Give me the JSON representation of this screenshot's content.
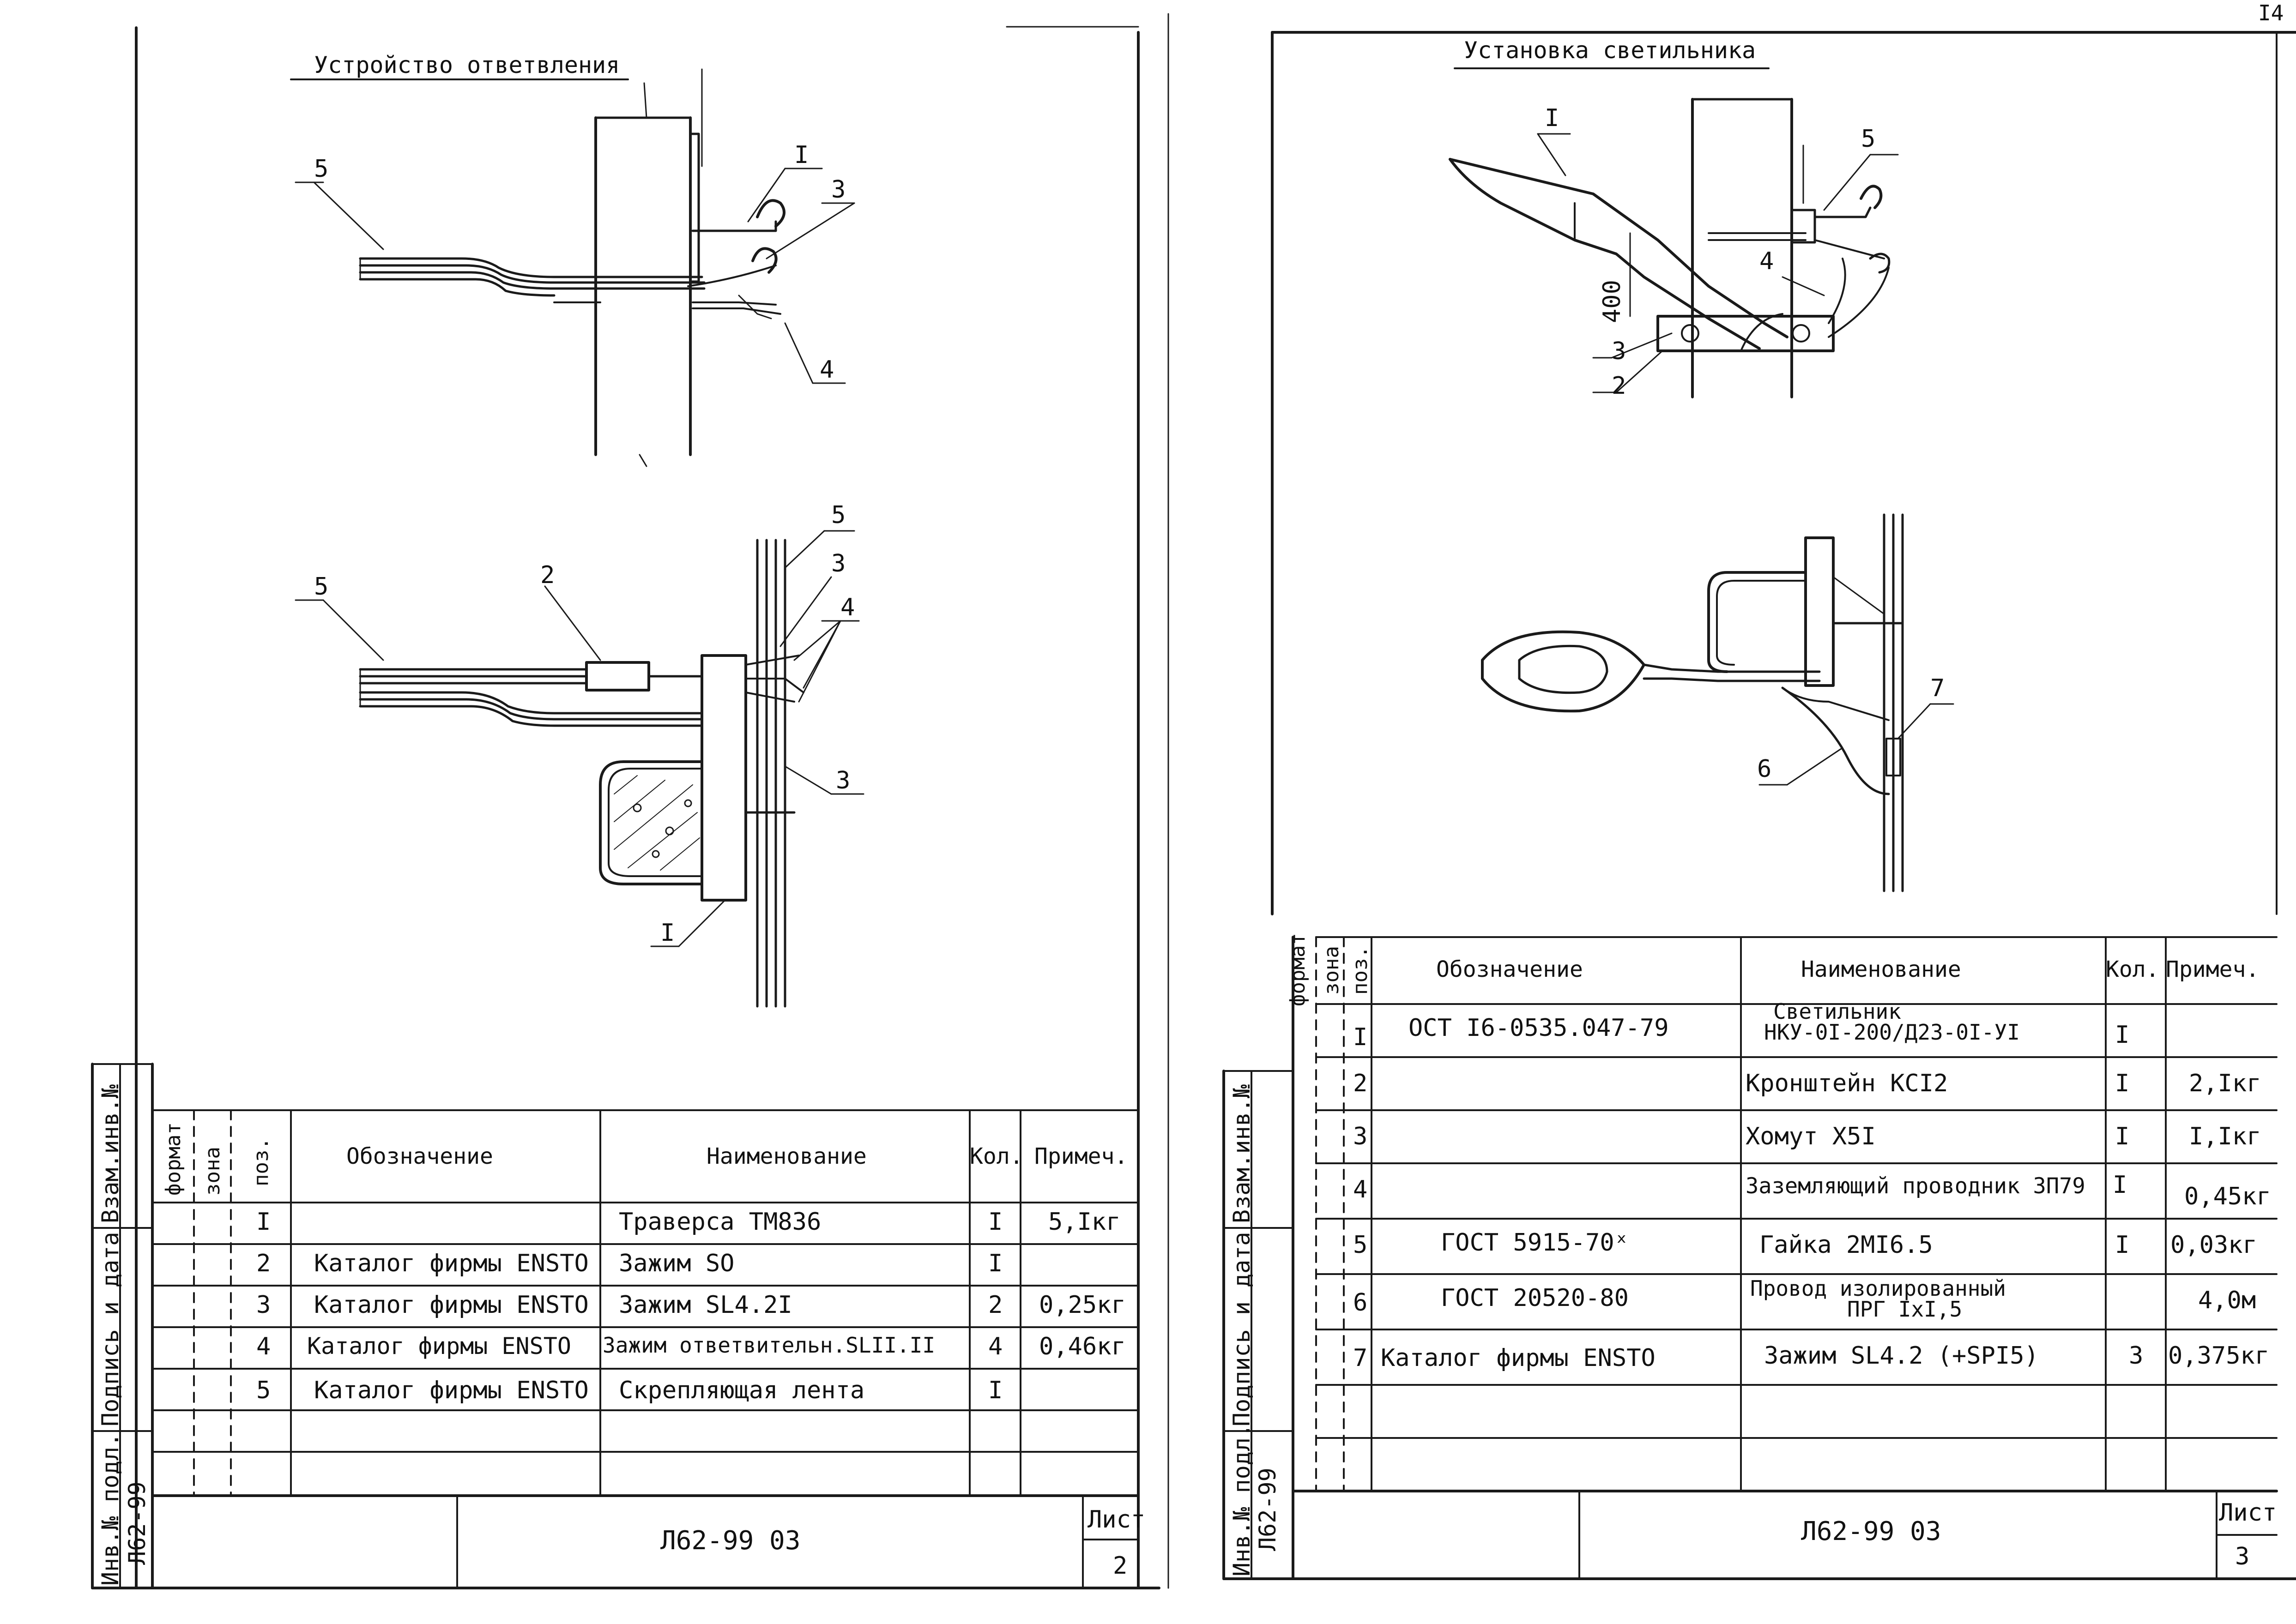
{
  "sheet_left": {
    "title": "Устройство ответвления",
    "callouts": {
      "top_5": "5",
      "top_1": "I",
      "top_3": "3",
      "top_4": "4",
      "bot_5a": "5",
      "bot_5b": "5",
      "bot_2": "2",
      "bot_3a": "3",
      "bot_4": "4",
      "bot_3b": "3",
      "bot_1": "I"
    },
    "table": {
      "headers": {
        "format": "формат",
        "zone": "зона",
        "pos": "поз.",
        "designation": "Обозначение",
        "name": "Наименование",
        "qty": "Кол.",
        "note": "Примеч."
      },
      "rows": [
        {
          "pos": "I",
          "designation": "",
          "name": "Траверса ТМ836",
          "qty": "I",
          "note": "5,Iкг"
        },
        {
          "pos": "2",
          "designation": "Каталог фирмы ENSTO",
          "name": "Зажим SO",
          "qty": "I",
          "note": ""
        },
        {
          "pos": "3",
          "designation": "Каталог фирмы ENSTO",
          "name": "Зажим SL4.2I",
          "qty": "2",
          "note": "0,25кг"
        },
        {
          "pos": "4",
          "designation": "Каталог фирмы ENSTO",
          "name": "Зажим ответвительн.SLII.II",
          "qty": "4",
          "note": "0,46кг"
        },
        {
          "pos": "5",
          "designation": "Каталог фирмы ENSTO",
          "name": "Скрепляющая лента",
          "qty": "I",
          "note": ""
        }
      ]
    },
    "side_labels": {
      "vzam": "Взам.инв.№",
      "podpis": "Подпись и дата",
      "inv": "Инв.№ подл.",
      "inv_val": "Л62-99"
    },
    "stamp": {
      "code": "Л62-99 03",
      "sheet_label": "Лист",
      "sheet_no": "2"
    }
  },
  "sheet_right": {
    "title": "Установка светильника",
    "page_corner": "I4",
    "callouts": {
      "top_1": "I",
      "top_5": "5",
      "top_4": "4",
      "top_400": "400",
      "top_3": "3",
      "top_2": "2",
      "bot_7": "7",
      "bot_6": "6"
    },
    "table": {
      "headers": {
        "format": "формат",
        "zone": "зона",
        "pos": "поз.",
        "designation": "Обозначение",
        "name": "Наименование",
        "qty": "Кол.",
        "note": "Примеч."
      },
      "rows": [
        {
          "pos": "I",
          "designation": "ОСТ I6-0535.047-79",
          "name": "Светильник",
          "name2": "НКУ-0I-200/Д23-0I-УI",
          "qty": "I",
          "note": ""
        },
        {
          "pos": "2",
          "designation": "",
          "name": "Кронштейн КСI2",
          "name2": "",
          "qty": "I",
          "note": "2,Iкг"
        },
        {
          "pos": "3",
          "designation": "",
          "name": "Хомут Х5I",
          "name2": "",
          "qty": "I",
          "note": "I,Iкг"
        },
        {
          "pos": "4",
          "designation": "",
          "name": "Заземляющий проводник ЗП79",
          "name2": "",
          "qty": "I",
          "note": "0,45кг"
        },
        {
          "pos": "5",
          "designation": "ГОСТ 5915-70ˣ",
          "name": "Гайка 2МI6.5",
          "name2": "",
          "qty": "I",
          "note": "0,03кг"
        },
        {
          "pos": "6",
          "designation": "ГОСТ 20520-80",
          "name": "Провод изолированный",
          "name2": "ПРГ  IхI,5",
          "qty": "",
          "note": "4,0м"
        },
        {
          "pos": "7",
          "designation": "Каталог фирмы ENSTO",
          "name": "Зажим SL4.2 (+SPI5)",
          "name2": "",
          "qty": "3",
          "note": "0,375кг"
        }
      ]
    },
    "side_labels": {
      "vzam": "Взам.инв.№",
      "podpis": "Подпись и дата",
      "inv": "Инв.№ подл.",
      "inv_val": "Л62-99"
    },
    "stamp": {
      "code": "Л62-99 03",
      "sheet_label": "Лист",
      "sheet_no": "3"
    }
  }
}
